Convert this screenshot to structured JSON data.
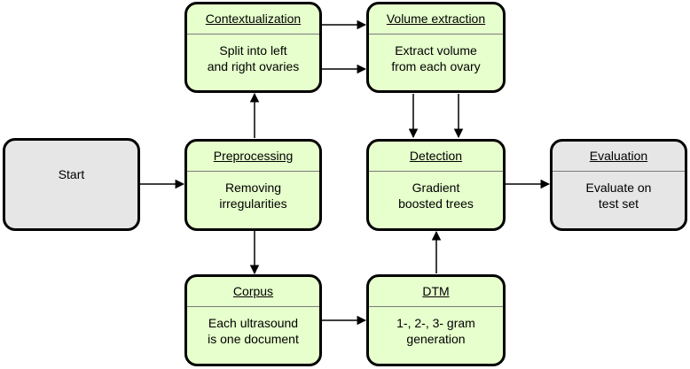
{
  "nodes": {
    "start": {
      "label": "Start"
    },
    "contextualization": {
      "title": "Contextualization",
      "body": "Split into left\nand right ovaries"
    },
    "volume_extraction": {
      "title": "Volume extraction",
      "body": "Extract volume\nfrom each ovary"
    },
    "preprocessing": {
      "title": "Preprocessing",
      "body": "Removing\nirregularities"
    },
    "detection": {
      "title": "Detection",
      "body": "Gradient\nboosted trees"
    },
    "evaluation": {
      "title": "Evaluation",
      "body": "Evaluate on\ntest set"
    },
    "corpus": {
      "title": "Corpus",
      "body": "Each ultrasound\nis one document"
    },
    "dtm": {
      "title": "DTM",
      "body": "1-, 2-, 3- gram\ngeneration"
    }
  },
  "colors": {
    "process_fill": "#e6ffcc",
    "terminal_fill": "#e6e6e6",
    "stroke": "#000000"
  }
}
